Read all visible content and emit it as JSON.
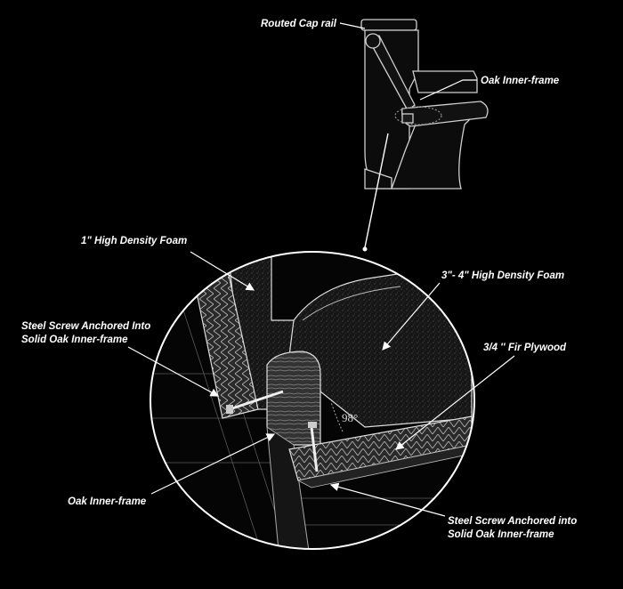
{
  "callouts": {
    "routed_cap_rail": "Routed Cap rail",
    "oak_inner_frame_top": "Oak Inner-frame",
    "foam_1in": "1\" High Density Foam",
    "foam_3_4in": "3\"- 4\" High Density Foam",
    "steel_screw_left_line1": "Steel Screw Anchored Into",
    "steel_screw_left_line2": "Solid Oak Inner-frame",
    "fir_plywood": "3/4 '' Fir Plywood",
    "oak_inner_frame_bottom": "Oak Inner-frame",
    "steel_screw_bottom_line1": "Steel Screw Anchored into",
    "steel_screw_bottom_line2": "Solid Oak Inner-frame"
  },
  "angle_label": "98°",
  "colors": {
    "background": "#000000",
    "line": "#ffffff",
    "foam_fill": "#1a1a1a",
    "wood_fill": "#2a2a2a"
  }
}
